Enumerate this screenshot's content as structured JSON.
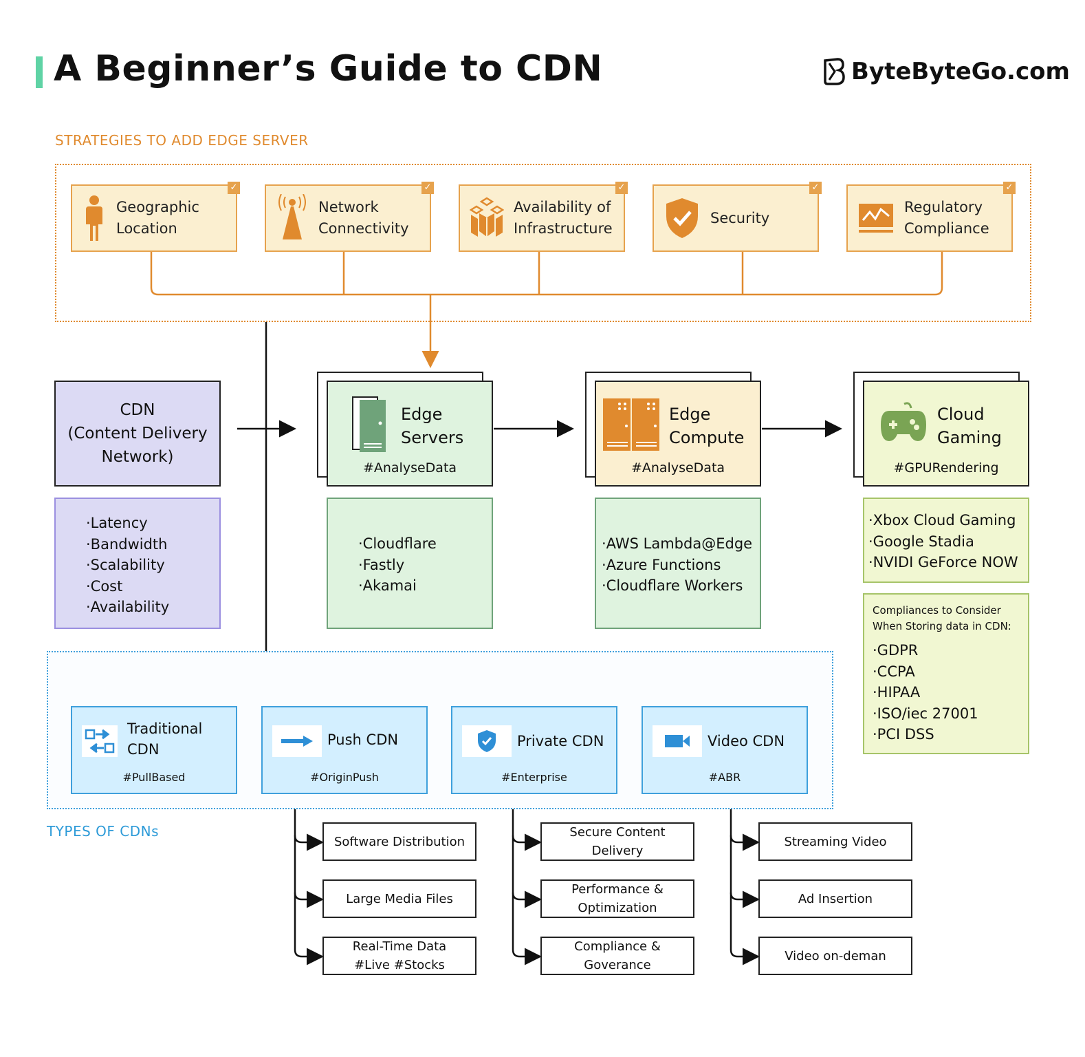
{
  "header": {
    "title": "A Beginner’s Guide to CDN",
    "brand": "ByteByteGo.com"
  },
  "strategies": {
    "heading": "STRATEGIES TO ADD EDGE SERVER",
    "items": [
      {
        "label": "Geographic\nLocation",
        "icon": "person-icon"
      },
      {
        "label": "Network\nConnectivity",
        "icon": "antenna-icon"
      },
      {
        "label": "Availability of\nInfrastructure",
        "icon": "cubes-icon"
      },
      {
        "label": "Security",
        "icon": "shield-check-icon"
      },
      {
        "label": "Regulatory\nCompliance",
        "icon": "chart-monitor-icon"
      }
    ]
  },
  "cdn": {
    "title": "CDN\n(Content Delivery\nNetwork)",
    "factors": "·Latency\n·Bandwidth\n·Scalability\n·Cost\n·Availability"
  },
  "edge_servers": {
    "title": "Edge\nServers",
    "tag": "#AnalyseData",
    "providers": "·Cloudflare\n·Fastly\n·Akamai"
  },
  "edge_compute": {
    "title": "Edge\nCompute",
    "tag": "#AnalyseData",
    "providers": "·AWS Lambda@Edge\n·Azure Functions\n·Cloudflare Workers"
  },
  "cloud_gaming": {
    "title": "Cloud\nGaming",
    "tag": "#GPURendering",
    "providers": "·Xbox Cloud Gaming\n·Google Stadia\n·NVIDI GeForce NOW"
  },
  "compliance": {
    "heading": "Compliances to Consider\nWhen Storing data in CDN:",
    "items": "·GDPR\n·CCPA\n·HIPAA\n·ISO/iec 27001\n·PCI DSS"
  },
  "types": {
    "heading": "TYPES OF CDNs",
    "items": [
      {
        "name": "Traditional\nCDN",
        "tag": "#PullBased",
        "icon": "pull-arrows-icon"
      },
      {
        "name": "Push CDN",
        "tag": "#OriginPush",
        "icon": "push-arrow-icon"
      },
      {
        "name": "Private CDN",
        "tag": "#Enterprise",
        "icon": "shield-icon"
      },
      {
        "name": "Video CDN",
        "tag": "#ABR",
        "icon": "video-camera-icon"
      }
    ]
  },
  "use_cases": {
    "push": [
      "Software Distribution",
      "Large Media Files",
      "Real-Time Data\n#Live #Stocks"
    ],
    "private": [
      "Secure Content\nDelivery",
      "Performance &\nOptimization",
      "Compliance &\nGoverance"
    ],
    "video": [
      "Streaming Video",
      "Ad Insertion",
      "Video on-deman"
    ]
  },
  "colors": {
    "orange": "#e6a24d",
    "orange_fill": "#fbefd0",
    "green": "#6fa37a",
    "green_fill": "#dff3df",
    "purple": "#9b8fe0",
    "purple_fill": "#dcdaf4",
    "yellow_green": "#a6c469",
    "yellow_green_fill": "#f1f7d2",
    "blue": "#3fa0dc",
    "blue_fill": "#d3efff"
  }
}
